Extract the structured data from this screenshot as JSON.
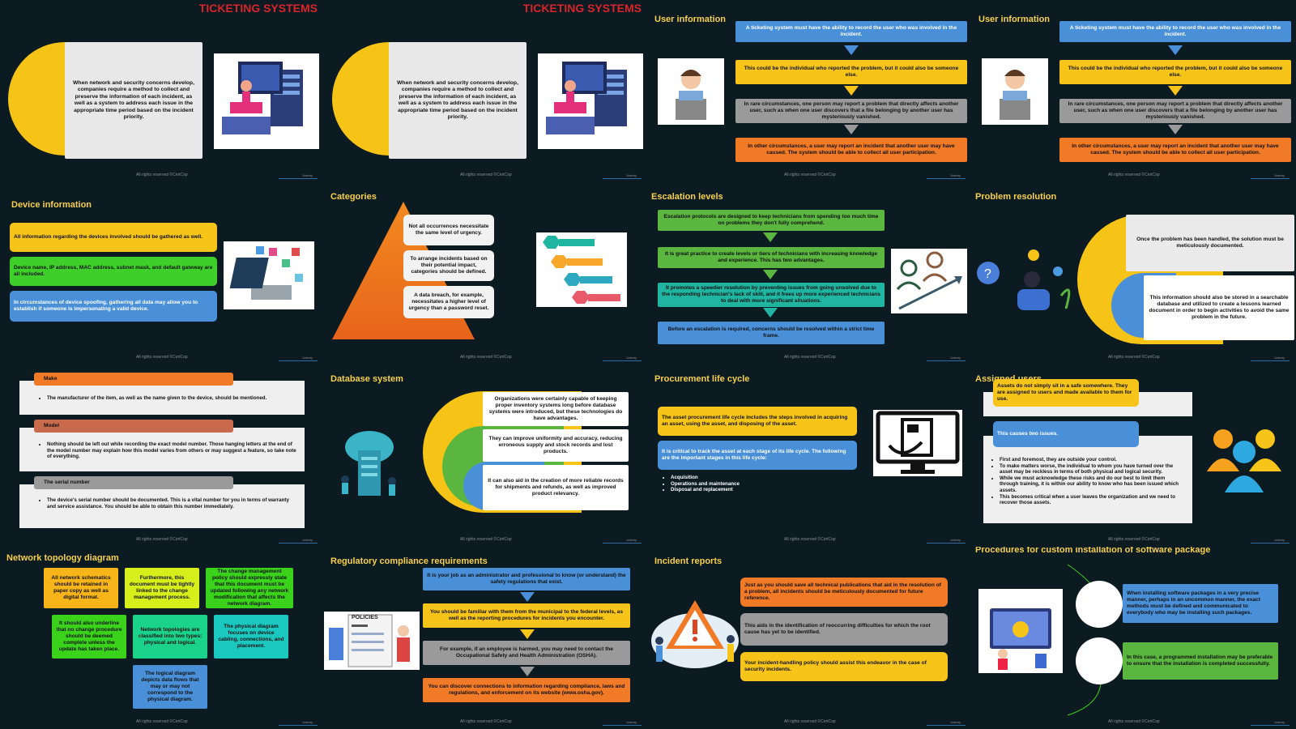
{
  "slides": {
    "s1": {
      "title": "TICKETING SYSTEMS",
      "text": "When network and security concerns develop, companies require a method to collect and preserve the information of each incident, as well as a system to address each issue in the appropriate time period based on the incident priority."
    },
    "s2": {
      "title": "TICKETING SYSTEMS",
      "text": "When network and security concerns develop, companies require a method to collect and preserve the information of each incident, as well as a system to address each issue in the appropriate time period based on the incident priority."
    },
    "s3": {
      "title": "User information",
      "boxes": [
        "A ticketing system must have the ability to record the user who was involved in the incident.",
        "This could be the individual who reported the problem, but it could also be someone else.",
        "In rare circumstances, one person may report a problem that directly affects another user, such as when one user discovers that a file belonging by another user has mysteriously vanished.",
        "In other circumstances, a user may report an incident that another user may have caused. The system should be able to collect all user participation."
      ]
    },
    "s4": {
      "title": "User information",
      "boxes": [
        "A ticketing system must have the ability to record the user who was involved in the incident.",
        "This could be the individual who reported the problem, but it could also be someone else.",
        "In rare circumstances, one person may report a problem that directly affects another user, such as when one user discovers that a file belonging by another user has mysteriously vanished.",
        "In other circumstances, a user may report an incident that another user may have caused. The system should be able to collect all user participation."
      ]
    },
    "s5": {
      "title": "Device information",
      "boxes": [
        "All information regarding the devices involved should be gathered as well.",
        "Device name, IP address, MAC address, subnet mask, and default gateway are all included.",
        "In circumstances of device spoofing, gathering all data may allow you to establish if someone is impersonating a valid device."
      ]
    },
    "s6": {
      "title": "Categories",
      "boxes": [
        "Not all occurrences necessitate the same level of urgency.",
        "To arrange incidents based on their potential impact, categories should be defined.",
        "A data breach, for example, necessitates a higher level of urgency than a password reset."
      ]
    },
    "s7": {
      "title": "Escalation levels",
      "boxes": [
        "Escalation protocols are designed to keep technicians from spending too much time on problems they don't fully comprehend.",
        "It is great practice to create levels or tiers of technicians with increasing knowledge and experience. This has two advantages.",
        "It promotes a speedier resolution by preventing issues from going unsolved due to the responding technician's lack of skill, and it frees up more experienced technicians to deal with more significant situations.",
        "Before an escalation is required, concerns should be resolved within a strict time frame."
      ]
    },
    "s8": {
      "title": "Problem resolution",
      "boxes": [
        "Once the problem has been handled, the solution must be meticulously documented.",
        "This information should also be stored in a searchable database and utilized to create a lessons learned document in order to begin activities to avoid the same problem in the future."
      ]
    },
    "s9": {
      "heads": [
        "Make",
        "Model",
        "The serial number"
      ],
      "texts": [
        "The manufacturer of the item, as well as the name given to the device, should be mentioned.",
        "Nothing should be left out while recording the exact model number. Those hanging letters at the end of the model number may explain how this model varies from others or may suggest a feature, so take note of everything.",
        "The device's serial number should be documented. This is a vital number for you in terms of warranty and service assistance. You should be able to obtain this number immediately."
      ]
    },
    "s10": {
      "title": "Database system",
      "boxes": [
        "Organizations were certainly capable of keeping proper inventory systems long before database systems were introduced, but these technologies do have advantages.",
        "They can improve uniformity and accuracy, reducing erroneous supply and stock records and lost products.",
        "It can also aid in the creation of more reliable records for shipments and refunds, as well as improved product relevancy."
      ]
    },
    "s11": {
      "title": "Procurement life cycle",
      "boxes": [
        "The asset procurement life cycle includes the steps involved in acquiring an asset, using the asset, and disposing of the asset.",
        "It is critical to track the asset at each stage of its life cycle. The following are the important stages in this life cycle:"
      ],
      "bullets": [
        "Acquisition",
        "Operations and maintenance",
        "Disposal and replacement"
      ]
    },
    "s12": {
      "title": "Assigned users",
      "boxes": [
        "Assets do not simply sit in a safe somewhere. They are assigned to users and made available to them for use.",
        "This causes two issues."
      ],
      "bullets": [
        "First and foremost, they are outside your control.",
        "To make matters worse, the individual to whom you have turned over the asset may be reckless in terms of both physical and logical security.",
        "While we must acknowledge these risks and do our best to limit them through training, it is within our ability to know who has been issued which assets.",
        "This becomes critical when a user leaves the organization and we need to recover those assets."
      ]
    },
    "s13": {
      "title": "Network topology diagram",
      "boxes": [
        "All network schematics should be retained in paper copy as well as digital format.",
        "Furthermore, this document must be tightly linked to the change management process.",
        "The change management policy should expressly state that this document must be updated following any network modification that affects the network diagram.",
        "It should also underline that no change procedure should be deemed complete unless the update has taken place.",
        "Network topologies are classified into two types: physical and logical.",
        "The physical diagram focuses on device cabling, connections, and placement.",
        "The logical diagram depicts data flows that may or may not correspond to the physical diagram."
      ]
    },
    "s14": {
      "title": "Regulatory compliance requirements",
      "boxes": [
        "It is your job as an administrator and professional to know (or understand) the safety regulations that exist.",
        "You should be familiar with them from the municipal to the federal levels, as well as the reporting procedures for incidents you encounter.",
        "For example, if an employee is harmed, you may need to contact the Occupational Safety and Health Administration (OSHA).",
        "You can discover connections to information regarding compliance, laws and regulations, and enforcement on its website (www.osha.gov)."
      ],
      "poster": "POLICIES"
    },
    "s15": {
      "title": "Incident reports",
      "boxes": [
        "Just as you should save all technical publications that aid in the resolution of a problem, all incidents should be meticulously documented for future reference.",
        "This aids in the identification of reoccurring difficulties for which the root cause has yet to be identified.",
        "Your incident-handling policy should assist this endeavor in the case of security incidents."
      ]
    },
    "s16": {
      "title": "Procedures for custom installation of software package",
      "boxes": [
        "When installing software packages in a very precise manner, perhaps in an uncommon manner, the exact methods must be defined and communicated to everybody who may be installing such packages.",
        "In this case, a programmed installation may be preferable to ensure that the installation is completed successfully."
      ]
    }
  },
  "footer": "All rights reserved ©CertCop",
  "footer_right": "Udemy",
  "colors": {
    "background": "#0c1a22",
    "title": "#f5d04a",
    "red_title": "#d6252b",
    "blue": "#4a90d9",
    "yellow": "#f7c519",
    "gray": "#9a9a9a",
    "orange": "#f07a25",
    "green": "#5ab63e",
    "teal": "#1fb5a0"
  }
}
